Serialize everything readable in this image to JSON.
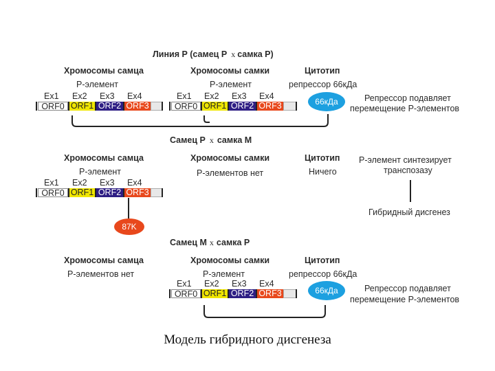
{
  "colors": {
    "orf0": "#ffffff",
    "orf1": "#f0e600",
    "orf2": "#2e1e84",
    "orf3": "#e8481c",
    "tail": "#e8e8e8",
    "repressor_66": "#1da0e0",
    "transposase_87": "#e8481c"
  },
  "block1": {
    "title_pre": "Линия Р (самец Р",
    "title_x": "х",
    "title_post": "самка Р)",
    "male_header": "Хромосомы самца",
    "female_header": "Хромосомы самки",
    "cyto_header": "Цитотип",
    "male_sub": "Р-элемент",
    "female_sub": "Р-элемент",
    "cyto_sub": "репрессор 66кДа",
    "exons_male": [
      "Ex1",
      "Ex2",
      "Ex3",
      "Ex4"
    ],
    "exons_female": [
      "Ex1",
      "Ex2",
      "Ex3",
      "Ex4"
    ],
    "orfs_male": [
      "ORF0",
      "ORF1",
      "ORF2",
      "ORF3"
    ],
    "orfs_female": [
      "ORF0",
      "ORF1",
      "ORF2",
      "ORF3"
    ],
    "protein": "66кДа",
    "effect_line1": "Репрессор подавляет",
    "effect_line2": "перемещение Р-элементов"
  },
  "block2": {
    "title_pre": "Самец Р",
    "title_x": "х",
    "title_post": "самка М",
    "male_header": "Хромосомы самца",
    "female_header": "Хромосомы самки",
    "cyto_header": "Цитотип",
    "male_sub": "Р-элемент",
    "female_sub": "Р-элементов нет",
    "cyto_sub": "Ничего",
    "exons_male": [
      "Ex1",
      "Ex2",
      "Ex3",
      "Ex4"
    ],
    "orfs_male": [
      "ORF0",
      "ORF1",
      "ORF2",
      "ORF3"
    ],
    "protein": "87K",
    "effect_line1": "Р-элемент синтезирует",
    "effect_line2": "транспозазу",
    "outcome": "Гибридный дисгенез"
  },
  "block3": {
    "title_pre": "Самец М",
    "title_x": "х",
    "title_post": "самка Р",
    "male_header": "Хромосомы самца",
    "female_header": "Хромосомы самки",
    "cyto_header": "Цитотип",
    "male_sub": "Р-элементов нет",
    "female_sub": "Р-элемент",
    "cyto_sub": "репрессор 66кДа",
    "exons_female": [
      "Ex1",
      "Ex2",
      "Ex3",
      "Ex4"
    ],
    "orfs_female": [
      "ORF0",
      "ORF1",
      "ORF2",
      "ORF3"
    ],
    "protein": "66кДа",
    "effect_line1": "Репрессор подавляет",
    "effect_line2": "перемещение Р-элементов"
  },
  "caption": "Модель гибридного дисгенеза"
}
